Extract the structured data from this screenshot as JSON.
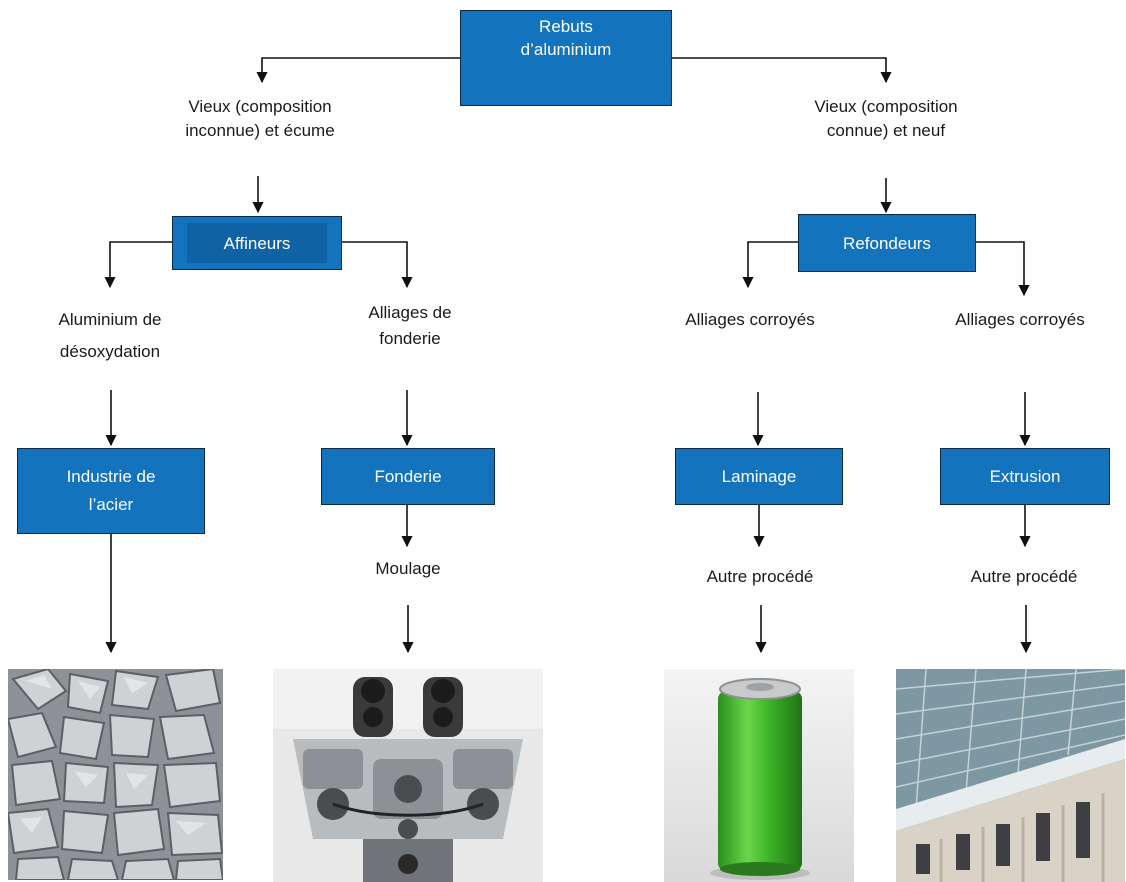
{
  "root": {
    "label": "Rebuts\nd’aluminium"
  },
  "branches": {
    "left": {
      "label": "Vieux (composition\ninconnue) et écume",
      "node": "Affineurs",
      "sub": [
        {
          "label": "Aluminium de\ndésoxydation",
          "process": "Industrie de\nl’acier",
          "image": "aluminium-pellets-photo"
        },
        {
          "label": "Alliages de\nfonderie",
          "process": "Fonderie",
          "step": "Moulage",
          "image": "cast-engine-photo"
        }
      ]
    },
    "right": {
      "label": "Vieux (composition\nconnue) et neuf",
      "node": "Refondeurs",
      "sub": [
        {
          "label": "Alliages corroyés",
          "process": "Laminage",
          "step": "Autre procédé",
          "image": "green-can-photo"
        },
        {
          "label": "Alliages corroyés",
          "process": "Extrusion",
          "step": "Autre procédé",
          "image": "glass-building-photo"
        }
      ]
    }
  },
  "colors": {
    "box_fill": "#1473bd",
    "box_border": "#0b2a45",
    "arrow": "#111111",
    "can_green": "#3fb52a"
  }
}
